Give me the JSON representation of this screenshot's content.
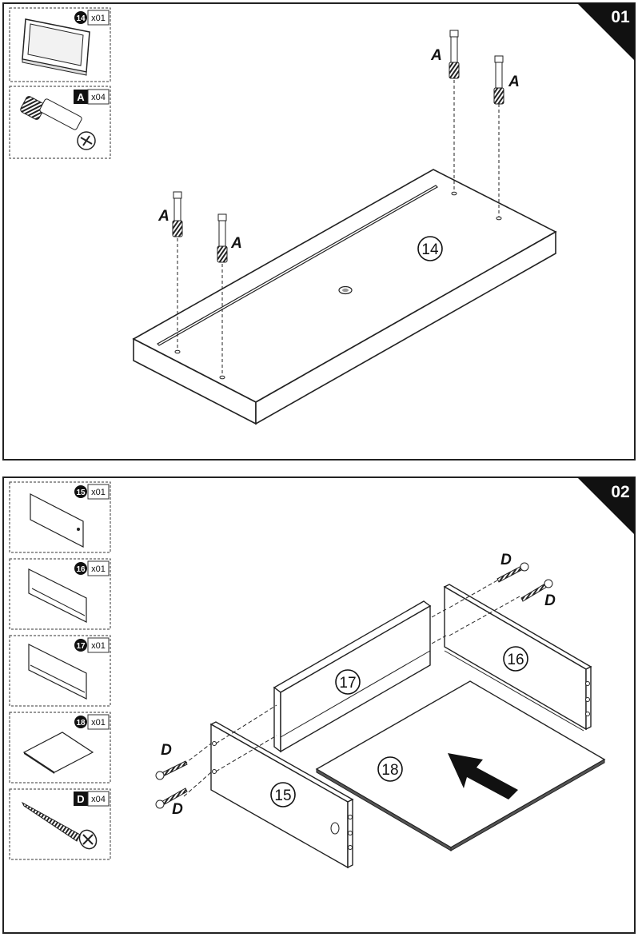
{
  "steps": [
    {
      "number": "01",
      "parts": [
        {
          "id": "14",
          "qty": "x01",
          "icon": "board-panel-icon",
          "badge_style": "circle"
        },
        {
          "id": "A",
          "qty": "x04",
          "icon": "cam-dowel-icon",
          "badge_style": "square"
        }
      ],
      "board_label": "14",
      "dowel_labels": [
        "A",
        "A",
        "A",
        "A"
      ]
    },
    {
      "number": "02",
      "parts": [
        {
          "id": "15",
          "qty": "x01",
          "icon": "side-panel-icon",
          "badge_style": "circle"
        },
        {
          "id": "16",
          "qty": "x01",
          "icon": "side-panel-icon",
          "badge_style": "circle"
        },
        {
          "id": "17",
          "qty": "x01",
          "icon": "back-panel-icon",
          "badge_style": "circle"
        },
        {
          "id": "18",
          "qty": "x01",
          "icon": "bottom-sheet-icon",
          "badge_style": "circle"
        },
        {
          "id": "D",
          "qty": "x04",
          "icon": "screw-icon",
          "badge_style": "square"
        }
      ],
      "panel_labels": {
        "p15": "15",
        "p16": "16",
        "p17": "17",
        "p18": "18"
      },
      "screw_labels": [
        "D",
        "D",
        "D",
        "D"
      ]
    }
  ]
}
